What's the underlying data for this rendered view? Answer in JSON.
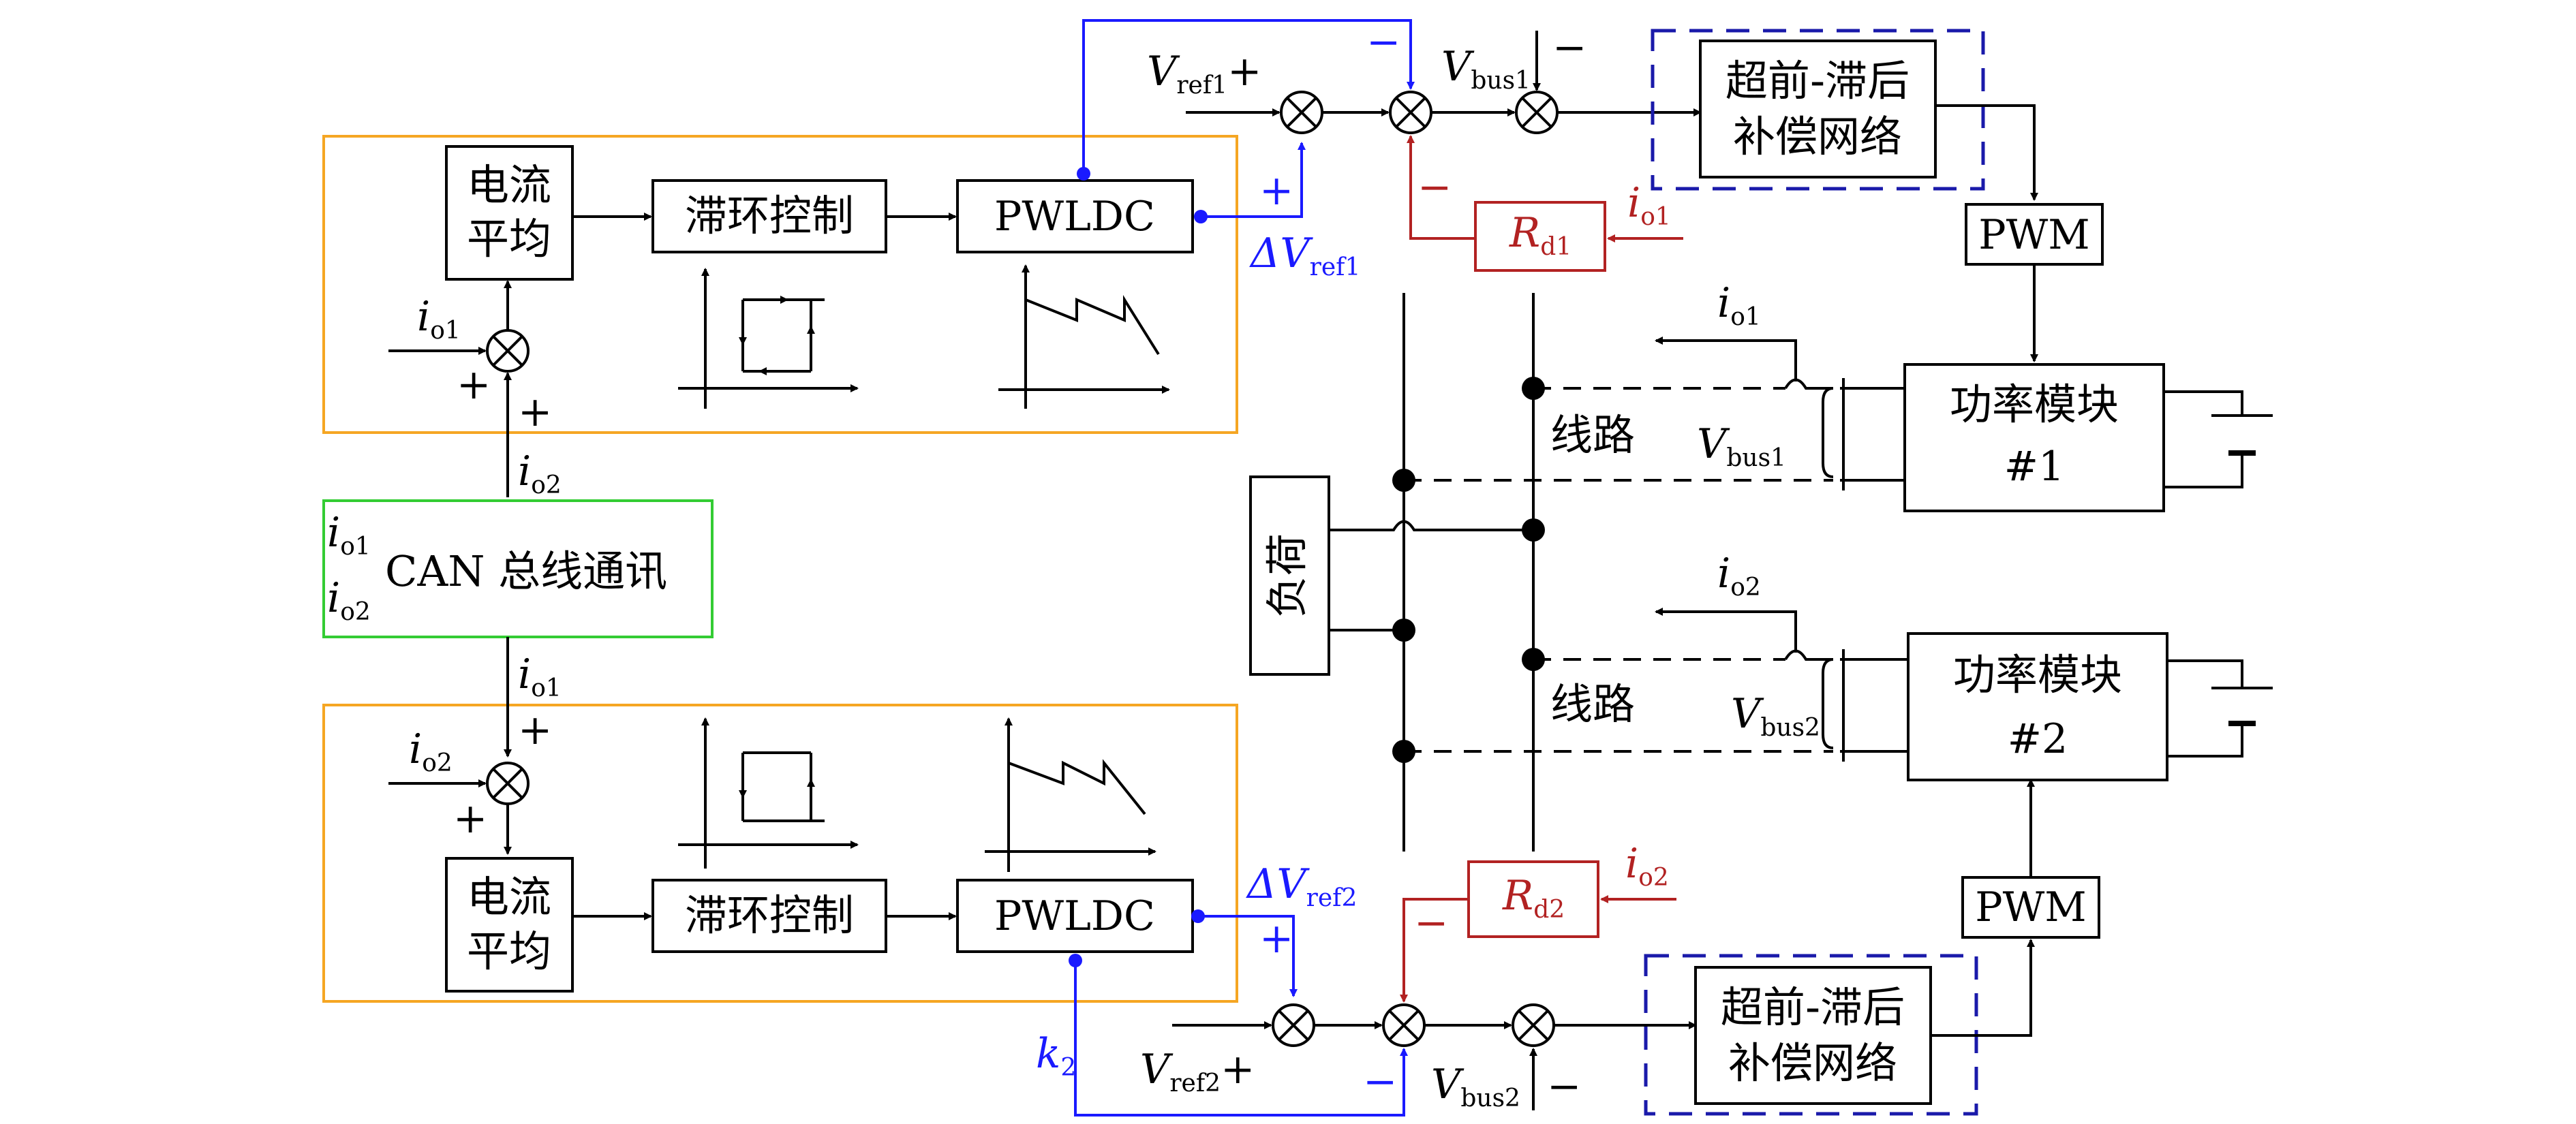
{
  "colors": {
    "controller_frame": "#f5a623",
    "can_frame": "#33cc33",
    "compensator_frame": "#1a1aaa",
    "droop_signal": "#1a1aff",
    "virtual_resistor": "#b22222"
  },
  "controller_top": {
    "current_avg_line1": "电流",
    "current_avg_line2": "平均",
    "hysteresis": "滞环控制",
    "pwldc": "PWLDC",
    "input_io1_base": "i",
    "input_io1_sub": "o1",
    "input_io2_base": "i",
    "input_io2_sub": "o2",
    "plus_a": "+",
    "plus_b": "+"
  },
  "controller_bottom": {
    "current_avg_line1": "电流",
    "current_avg_line2": "平均",
    "hysteresis": "滞环控制",
    "pwldc": "PWLDC",
    "input_io2_base": "i",
    "input_io2_sub": "o2",
    "input_io1_base": "i",
    "input_io1_sub": "o1",
    "plus_a": "+",
    "plus_b": "+"
  },
  "can_bus": {
    "label": "CAN 总线通讯",
    "io1_base": "i",
    "io1_sub": "o1",
    "io2_base": "i",
    "io2_sub": "o2"
  },
  "loop1": {
    "vref_base": "V",
    "vref_sub": "ref1",
    "vref_sign": "+",
    "dv_base": "ΔV",
    "dv_sub": "ref1",
    "dv_sign": "+",
    "minus_top": "−",
    "vbus_base": "V",
    "vbus_sub": "bus1",
    "vbus_minus": "−",
    "rd_base": "R",
    "rd_sub": "d1",
    "rd_minus": "−",
    "io_base": "i",
    "io_sub": "o1",
    "comp_line1": "超前-滞后",
    "comp_line2": "补偿网络",
    "pwm": "PWM"
  },
  "loop2": {
    "vref_base": "V",
    "vref_sub": "ref2",
    "vref_sign": "+",
    "dv_base": "ΔV",
    "dv_sub": "ref2",
    "dv_sign": "+",
    "k_base": "k",
    "k_sub": "2",
    "minus_bottom": "−",
    "vbus_base": "V",
    "vbus_sub": "bus2",
    "vbus_minus": "−",
    "rd_base": "R",
    "rd_sub": "d2",
    "rd_minus": "−",
    "io_base": "i",
    "io_sub": "o2",
    "comp_line1": "超前-滞后",
    "comp_line2": "补偿网络",
    "pwm": "PWM"
  },
  "power": {
    "module1_line1": "功率模块",
    "module1_line2": "#1",
    "module2_line1": "功率模块",
    "module2_line2": "#2",
    "line1": "线路",
    "line2": "线路",
    "vbus1_base": "V",
    "vbus1_sub": "bus1",
    "vbus2_base": "V",
    "vbus2_sub": "bus2",
    "io1_base": "i",
    "io1_sub": "o1",
    "io2_base": "i",
    "io2_sub": "o2",
    "load": "负荷"
  }
}
